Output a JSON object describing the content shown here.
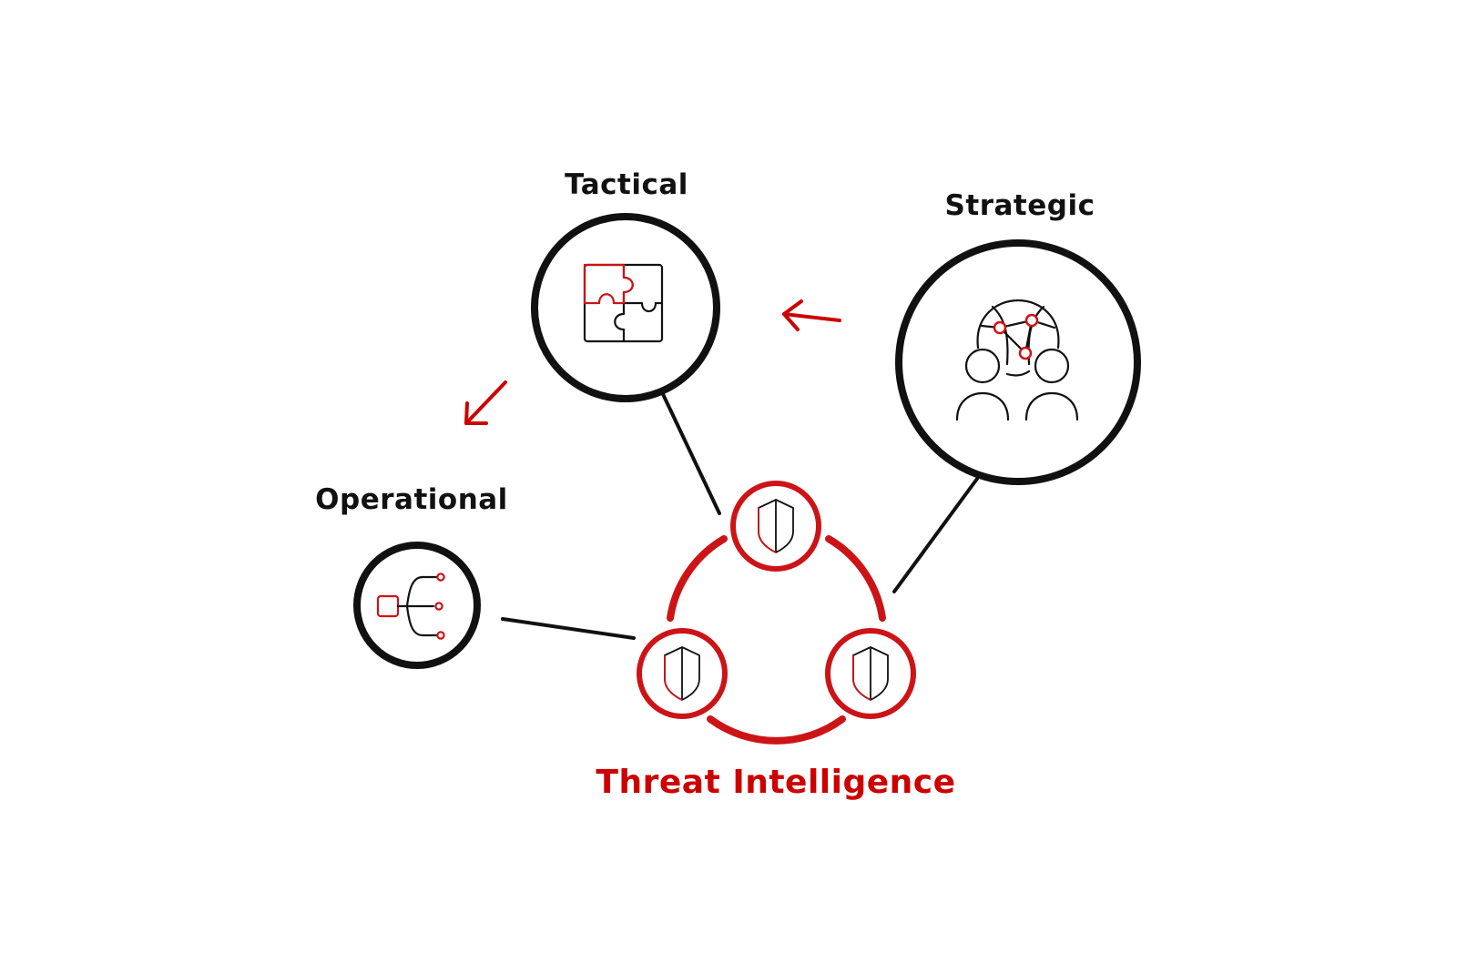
{
  "diagram": {
    "title": "Threat Intelligence",
    "nodes": [
      {
        "id": "tactical",
        "label": "Tactical",
        "icon": "puzzle-icon"
      },
      {
        "id": "strategic",
        "label": "Strategic",
        "icon": "globe-people-icon"
      },
      {
        "id": "operational",
        "label": "Operational",
        "icon": "branch-icon"
      }
    ],
    "center_icons": [
      "shield-icon",
      "shield-icon",
      "shield-icon"
    ],
    "arrows": [
      {
        "from": "strategic",
        "to": "tactical"
      },
      {
        "from": "tactical",
        "to": "operational"
      }
    ]
  },
  "colors": {
    "accent": "#cc0000",
    "line": "#111111",
    "background": "#ffffff"
  }
}
